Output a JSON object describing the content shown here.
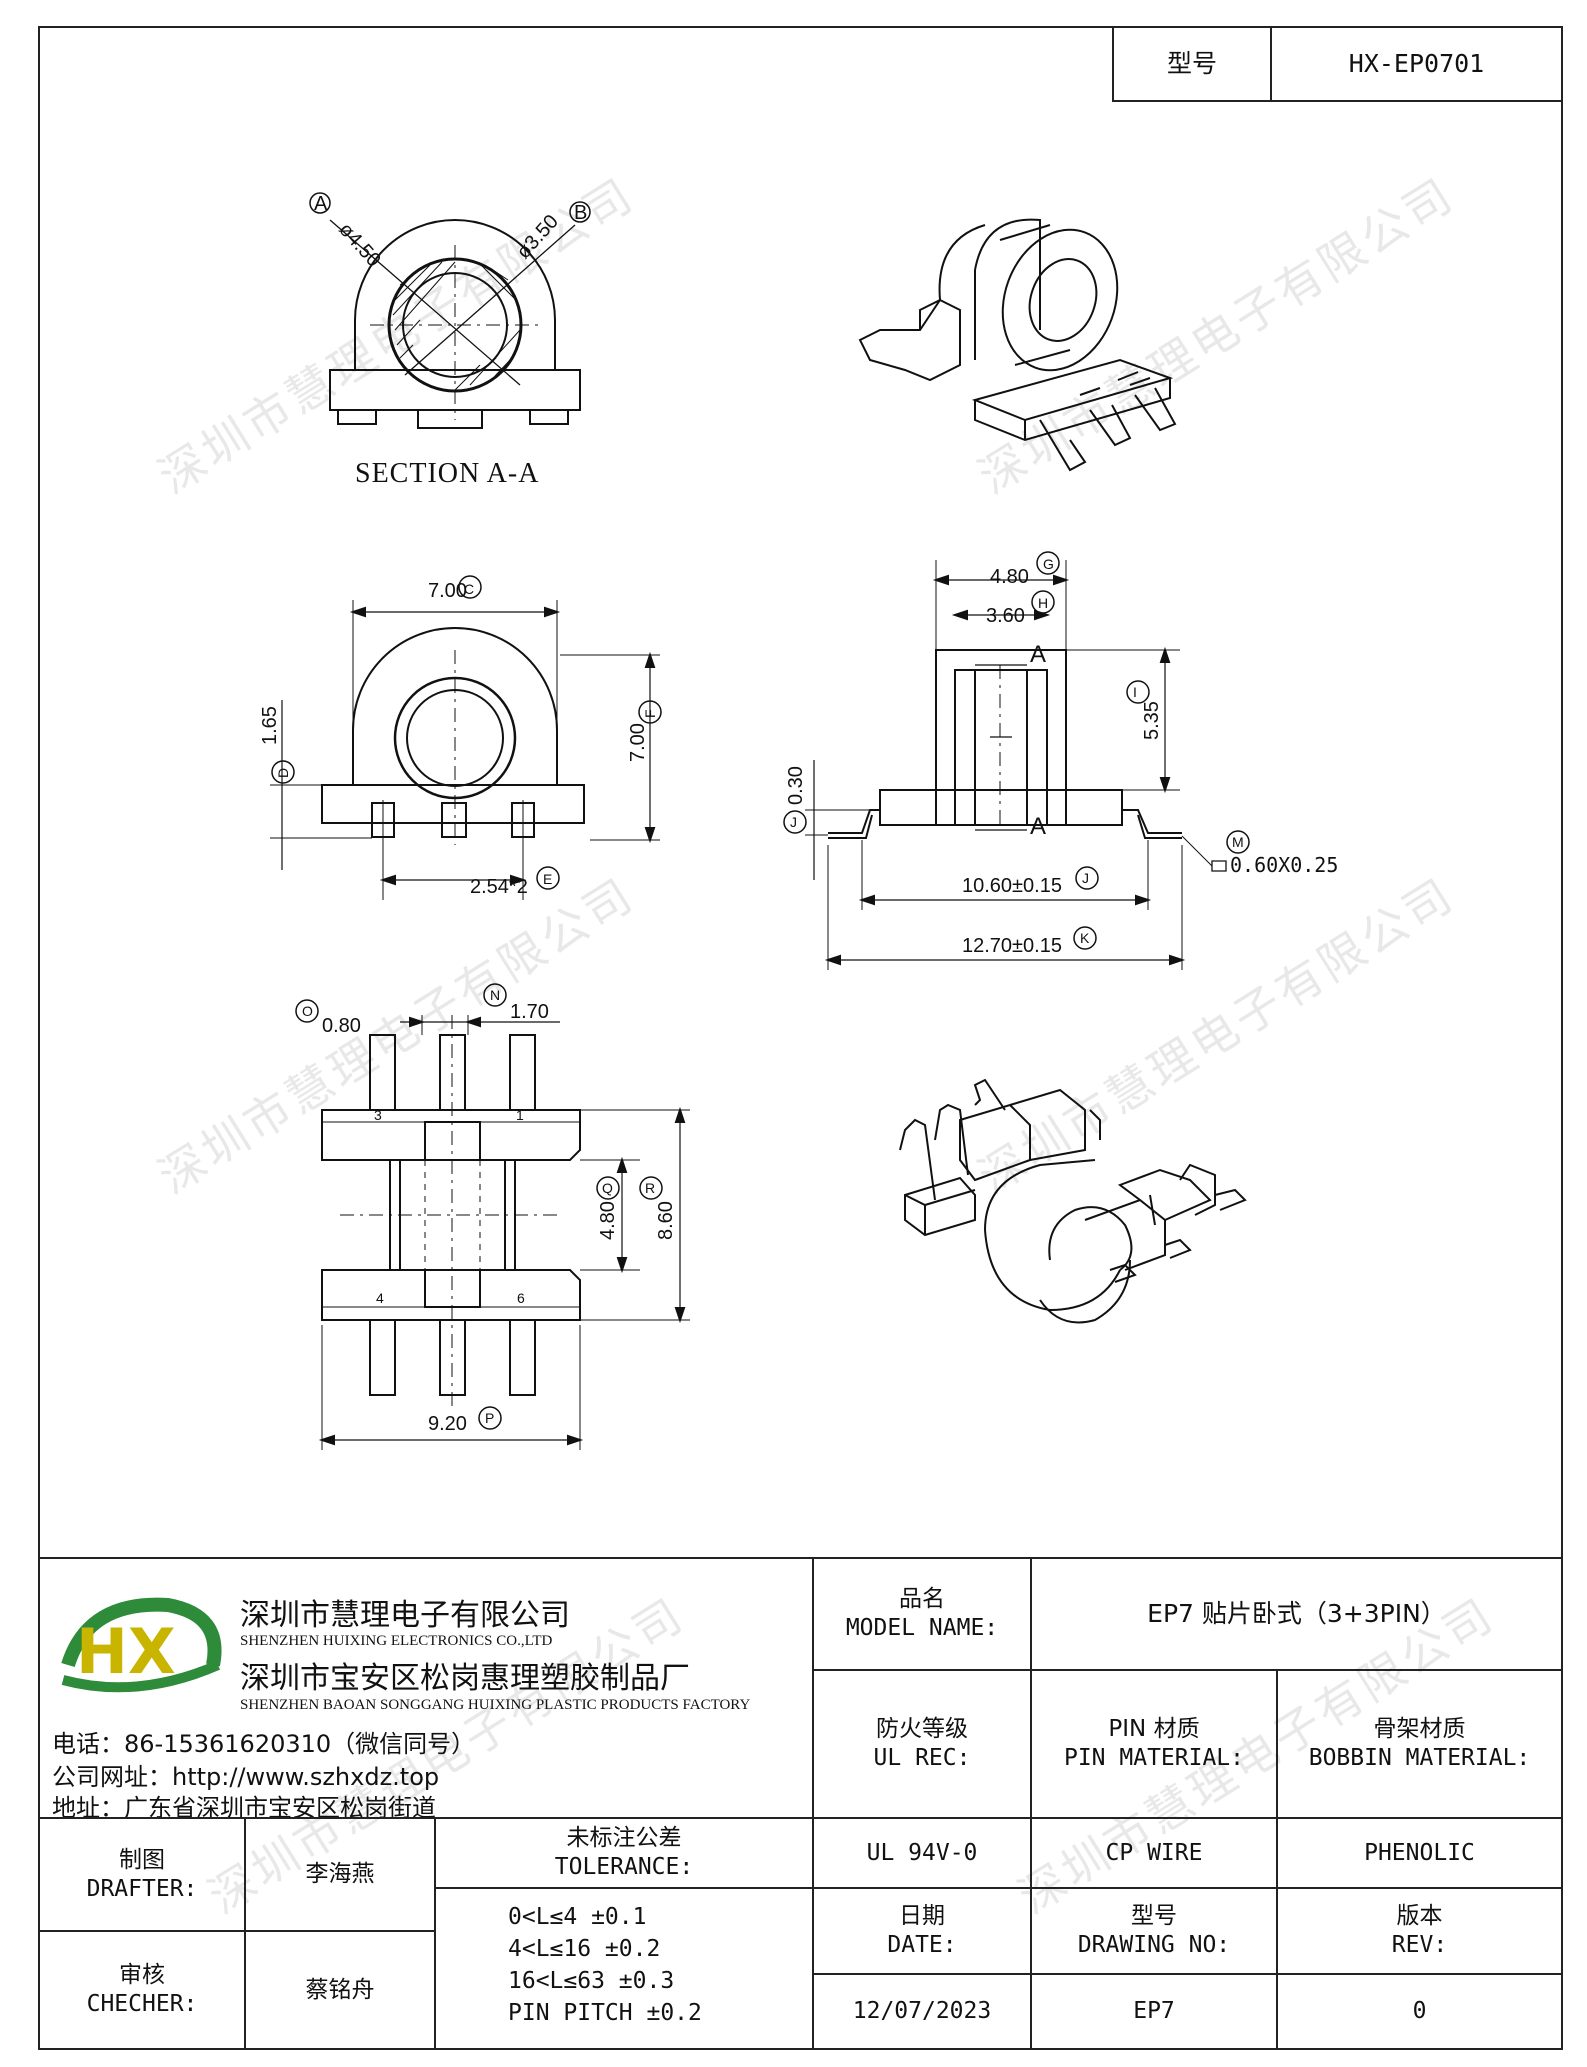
{
  "header": {
    "model_label": "型号",
    "model_value": "HX-EP0701"
  },
  "views": {
    "section_label": "SECTION A-A",
    "section": {
      "dim_a": "ø4.50",
      "dim_b": "ø3.50",
      "marker_a": "A",
      "marker_b": "B"
    },
    "front": {
      "width": "7.00",
      "width_marker": "C",
      "height": "7.00",
      "height_marker": "F",
      "base": "1.65",
      "base_marker": "D",
      "pitch": "2.54*2",
      "pitch_marker": "E"
    },
    "side": {
      "top_outer": "4.80",
      "top_outer_marker": "G",
      "top_inner": "3.60",
      "top_inner_marker": "H",
      "height": "5.35",
      "height_marker": "I",
      "flange": "0.30",
      "flange_marker": "J",
      "inner_len": "10.60±0.15",
      "inner_len_marker": "J",
      "outer_len": "12.70±0.15",
      "outer_len_marker": "K",
      "pin": "0.60X0.25",
      "pin_marker": "M",
      "section_mark": "A"
    },
    "bottom": {
      "pin_w": "0.80",
      "pin_w_marker": "O",
      "pitch": "1.70",
      "pitch_marker": "N",
      "inner": "4.80",
      "inner_marker": "Q",
      "outer": "8.60",
      "outer_marker": "R",
      "width": "9.20",
      "width_marker": "P",
      "pins_top": [
        "3",
        "1"
      ],
      "pins_bottom": [
        "4",
        "6"
      ]
    }
  },
  "watermark": "深圳市慧理电子有限公司",
  "company": {
    "logo_letters": "HX",
    "name_cn": "深圳市慧理电子有限公司",
    "name_en": "SHENZHEN HUIXING ELECTRONICS CO.,LTD",
    "factory_cn": "深圳市宝安区松岗惠理塑胶制品厂",
    "factory_en": "SHENZHEN BAOAN SONGGANG HUIXING PLASTIC PRODUCTS FACTORY",
    "phone": "电话：86-15361620310（微信同号）",
    "website": "公司网址：http://www.szhxdz.top",
    "address": "地址：广东省深圳市宝安区松岗街道"
  },
  "titleblock": {
    "model_name_cn": "品名",
    "model_name_en": "MODEL NAME:",
    "model_name_value": "EP7 贴片卧式（3+3PIN）",
    "ul_cn": "防火等级",
    "ul_en": "UL REC:",
    "ul_value": "UL 94V-0",
    "pin_cn": "PIN 材质",
    "pin_en": "PIN MATERIAL:",
    "pin_value": "CP WIRE",
    "bobbin_cn": "骨架材质",
    "bobbin_en": "BOBBIN MATERIAL:",
    "bobbin_value": "PHENOLIC",
    "drafter_cn": "制图",
    "drafter_en": "DRAFTER:",
    "drafter_value": "李海燕",
    "checker_cn": "审核",
    "checker_en": "CHECHER:",
    "checker_value": "蔡铭舟",
    "tolerance_cn": "未标注公差",
    "tolerance_en": "TOLERANCE:",
    "tolerance_lines": [
      "0<L≤4  ±0.1",
      "4<L≤16 ±0.2",
      "16<L≤63 ±0.3",
      "PIN PITCH ±0.2"
    ],
    "date_cn": "日期",
    "date_en": "DATE:",
    "date_value": "12/07/2023",
    "drawing_cn": "型号",
    "drawing_en": "DRAWING NO:",
    "drawing_value": "EP7",
    "rev_cn": "版本",
    "rev_en": "REV:",
    "rev_value": "0"
  }
}
